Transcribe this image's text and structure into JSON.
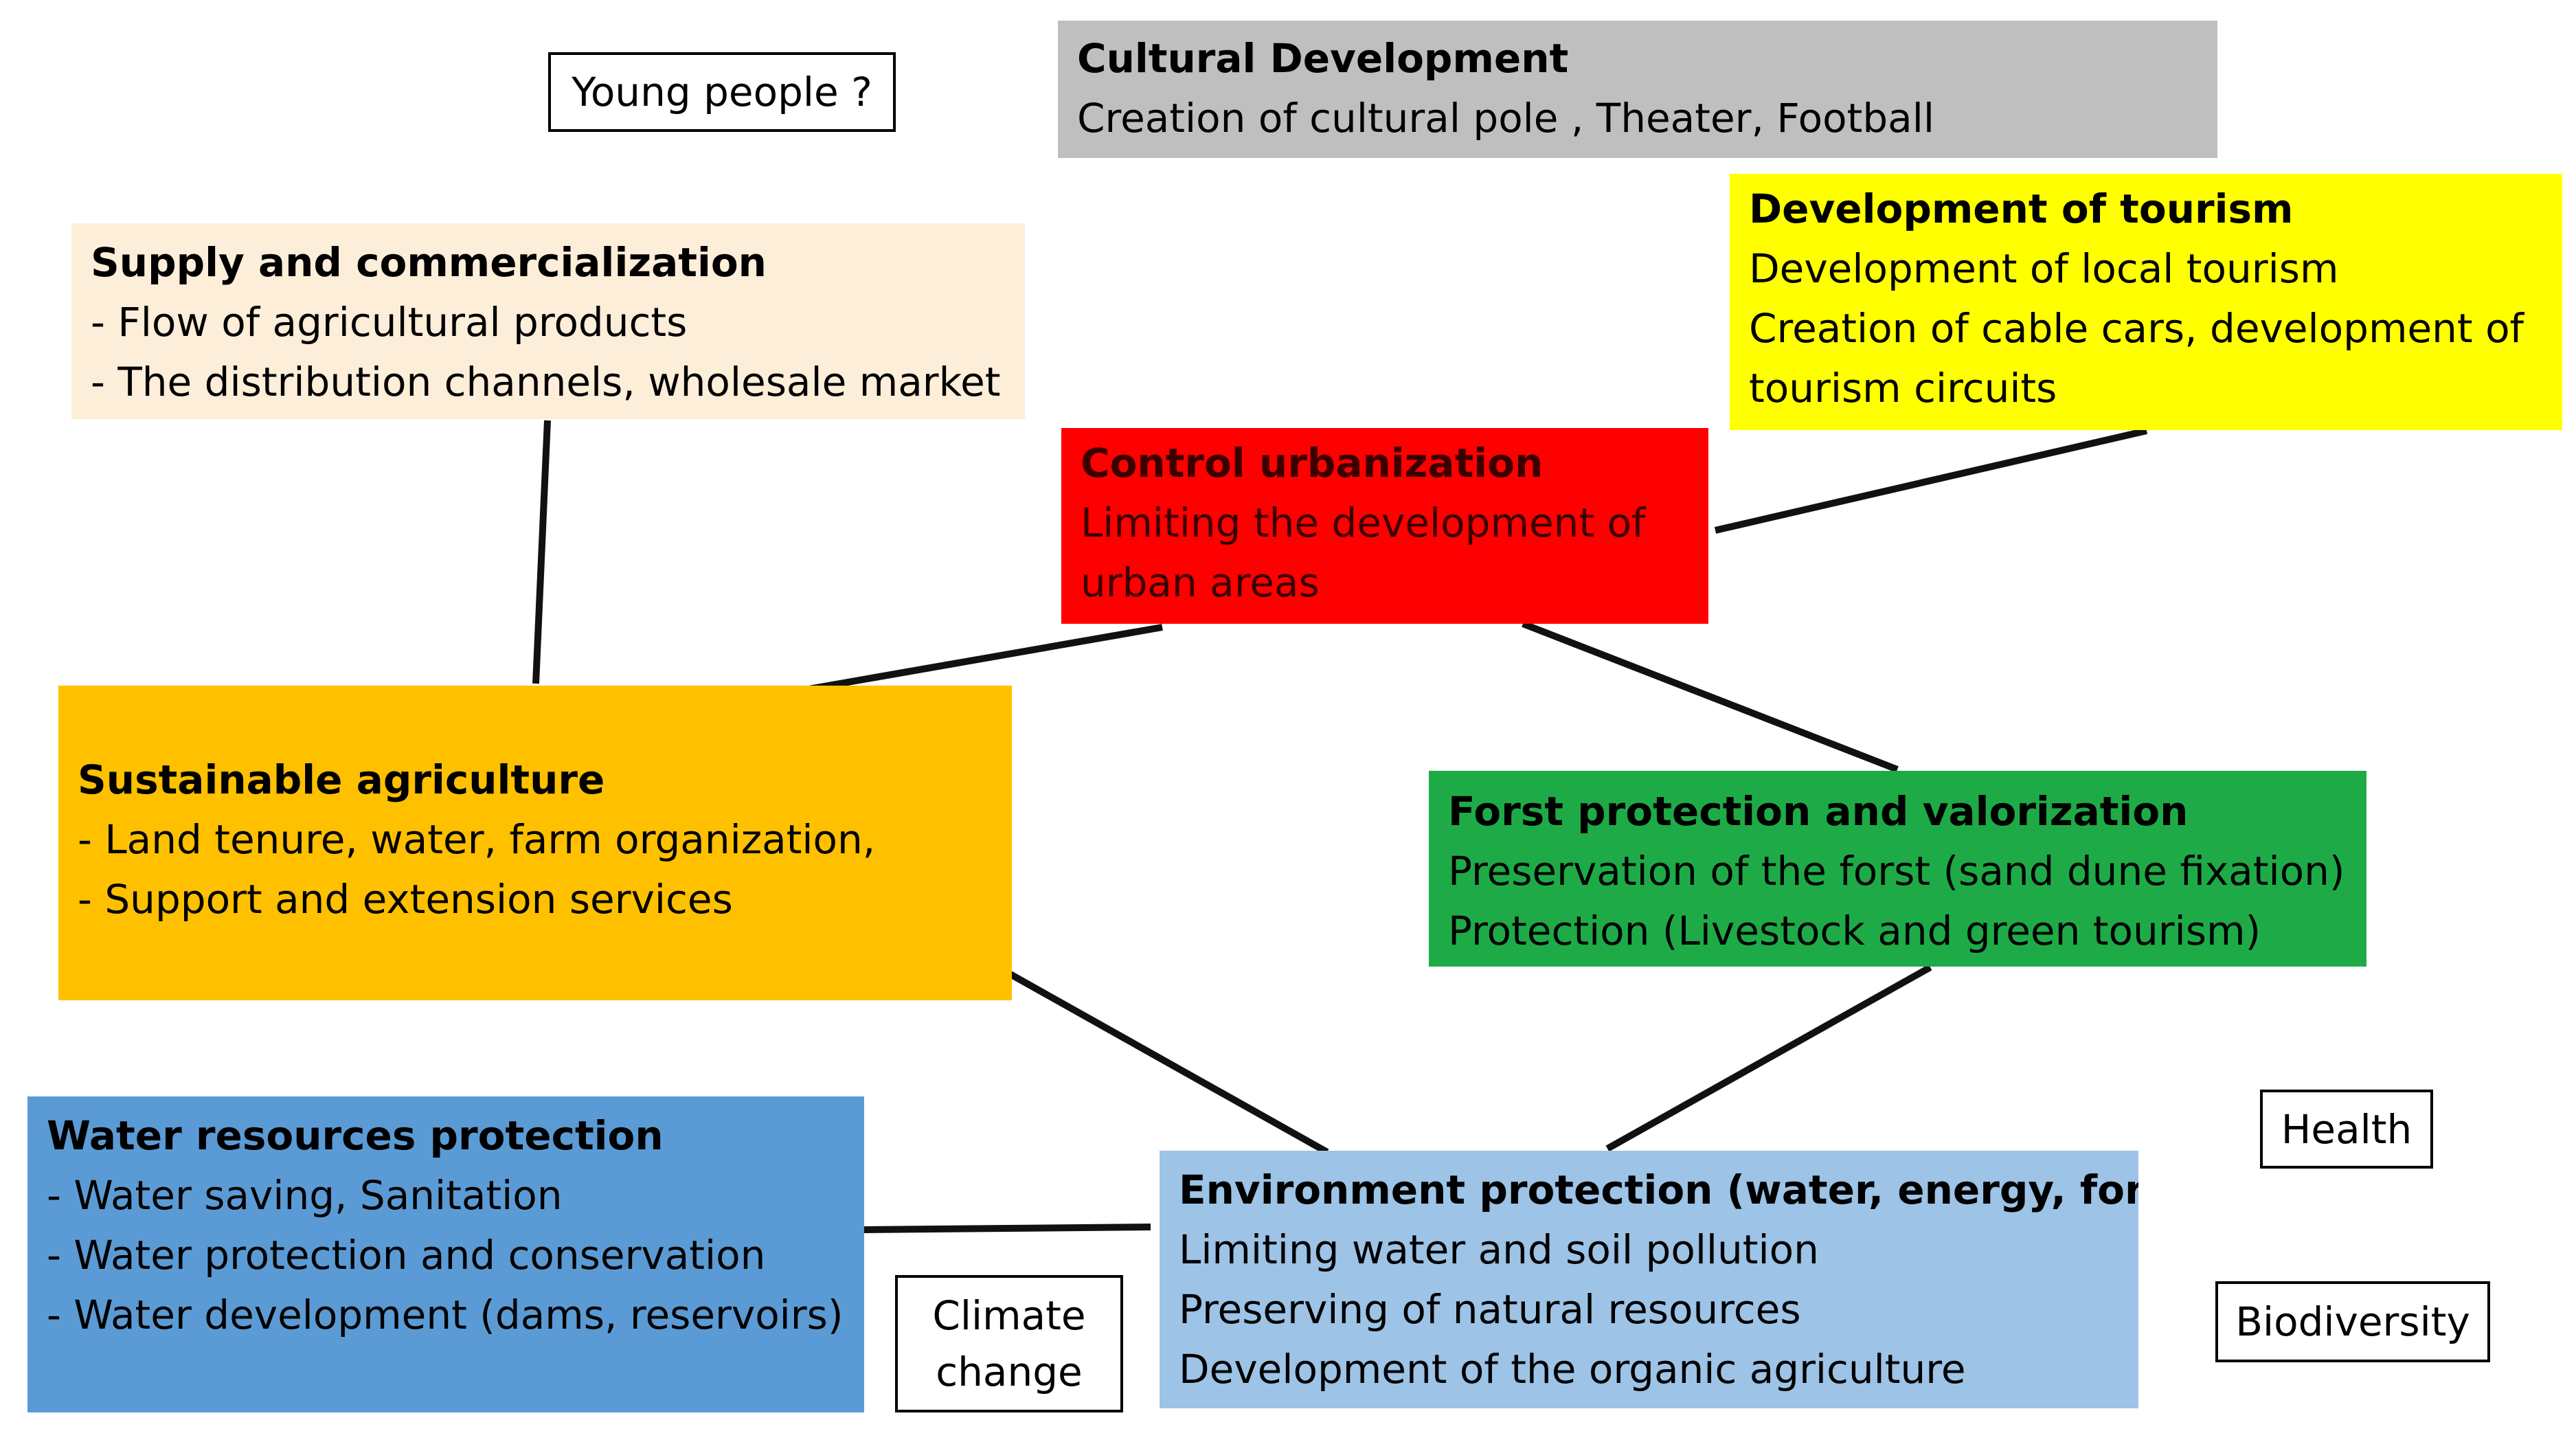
{
  "colors": {
    "cultural": "#bfbfbf",
    "supply": "#fdeed9",
    "tourism": "#ffff00",
    "urbanization": "#ff0000",
    "agriculture": "#ffc000",
    "forest": "#1eab47",
    "water": "#5b9bd5",
    "environment": "#9dc3e6",
    "urbanization_text": "#3a0000"
  },
  "boxes": {
    "cultural": {
      "title": "Cultural Development",
      "lines": [
        "Creation of cultural pole , Theater, Football"
      ]
    },
    "supply": {
      "title": "Supply and commercialization",
      "lines": [
        "- Flow of agricultural products",
        "- The distribution channels, wholesale market"
      ]
    },
    "tourism": {
      "title": "Development of tourism",
      "lines": [
        "Development of local tourism",
        "Creation of cable cars, development of",
        "tourism circuits"
      ]
    },
    "urbanization": {
      "title": "Control urbanization",
      "lines": [
        "Limiting the development of",
        "urban areas"
      ]
    },
    "agriculture": {
      "title": "Sustainable agriculture",
      "lines": [
        "- Land tenure, water, farm organization,",
        "- Support and extension services"
      ]
    },
    "forest": {
      "title": "Forst protection and valorization",
      "lines": [
        "Preservation of the forst (sand dune fixation)",
        "Protection (Livestock and green tourism)"
      ]
    },
    "water": {
      "title": "Water resources protection",
      "lines": [
        "- Water saving, Sanitation",
        "- Water protection and conservation",
        "- Water development (dams, reservoirs)"
      ]
    },
    "environment": {
      "title": "Environment protection (water, energy, forest)",
      "lines": [
        "Limiting water and soil pollution",
        "Preserving of natural resources",
        "Development of the organic agriculture"
      ]
    }
  },
  "labels": {
    "young_people": "Young people ?",
    "climate_change_1": "Climate",
    "climate_change_2": "change",
    "health": "Health",
    "biodiversity": "Biodiversity"
  }
}
